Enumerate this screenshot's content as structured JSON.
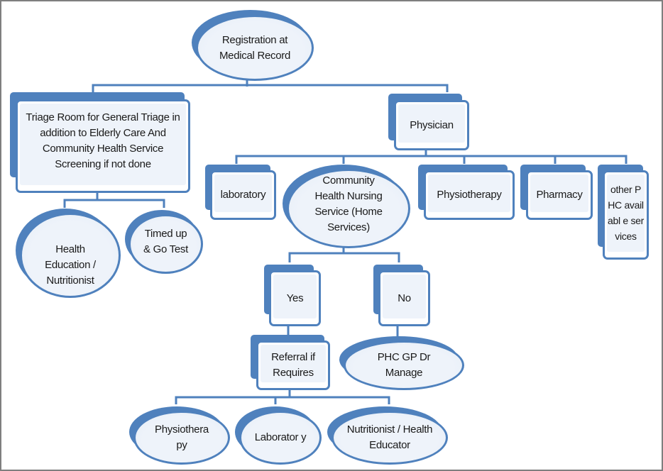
{
  "diagram": {
    "title": "Elderly patient care pathway at PHC",
    "colors": {
      "accent": "#4f81bd",
      "fill": "#eef3fa",
      "text": "#1a1a1a",
      "frame": "#7f7f7f"
    },
    "nodes": {
      "registration": "Registration at Medical Record",
      "triage": "Triage Room for General Triage in addition to Elderly Care And Community Health Service Screening if not done",
      "physician": "Physician",
      "health_education": "Health Education / Nutritionist",
      "timed_up_go": "Timed up & Go Test",
      "laboratory": "laboratory",
      "community_nursing": "Community Health Nursing Service  (Home Services)",
      "physiotherapy": "Physiotherapy",
      "pharmacy": "Pharmacy",
      "other_services": "other PHC availabl e services",
      "yes": "Yes",
      "no": "No",
      "referral": "Referral if Requires",
      "gp_manage": "PHC GP Dr Manage",
      "ref_physiotherapy": "Physiothera py",
      "ref_laboratory": "Laborator y",
      "ref_nutritionist": "Nutritionist / Health Educator"
    },
    "edges": [
      [
        "registration",
        "triage"
      ],
      [
        "registration",
        "physician"
      ],
      [
        "triage",
        "health_education"
      ],
      [
        "triage",
        "timed_up_go"
      ],
      [
        "physician",
        "laboratory"
      ],
      [
        "physician",
        "community_nursing"
      ],
      [
        "physician",
        "physiotherapy"
      ],
      [
        "physician",
        "pharmacy"
      ],
      [
        "physician",
        "other_services"
      ],
      [
        "community_nursing",
        "yes"
      ],
      [
        "community_nursing",
        "no"
      ],
      [
        "yes",
        "referral"
      ],
      [
        "no",
        "gp_manage"
      ],
      [
        "referral",
        "ref_physiotherapy"
      ],
      [
        "referral",
        "ref_laboratory"
      ],
      [
        "referral",
        "ref_nutritionist"
      ]
    ]
  }
}
